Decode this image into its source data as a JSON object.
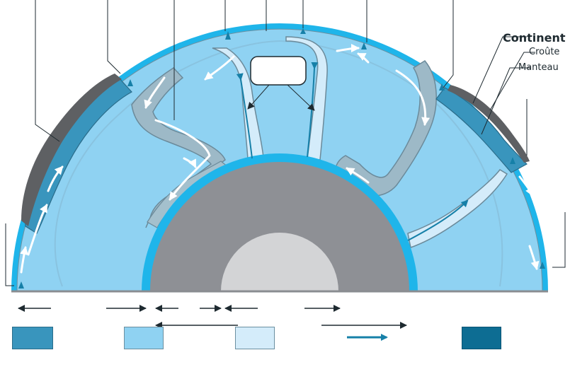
{
  "labels": {
    "continent": "Continent",
    "crust": "Croûte",
    "mantle": "Manteau"
  },
  "legend": [
    {
      "name": "swatch-medium-blue",
      "color": "#3995bd"
    },
    {
      "name": "swatch-light-blue",
      "color": "#8fd2f2"
    },
    {
      "name": "swatch-pale-blue",
      "color": "#d4ecfa"
    },
    {
      "name": "swatch-arrow",
      "color": "#1680a8"
    },
    {
      "name": "swatch-dark-teal",
      "color": "#0d6d93"
    }
  ],
  "colors": {
    "mantle": "#8fd2f2",
    "slab": "#3995bd",
    "plume": "#d4ecfa",
    "outer_ring": "#1fb5ea",
    "outer_core": "#8e9095",
    "inner_core": "#d3d4d6",
    "continent": "#5e6063",
    "flow_arrow": "#ffffff",
    "line": "#1e2a30"
  }
}
